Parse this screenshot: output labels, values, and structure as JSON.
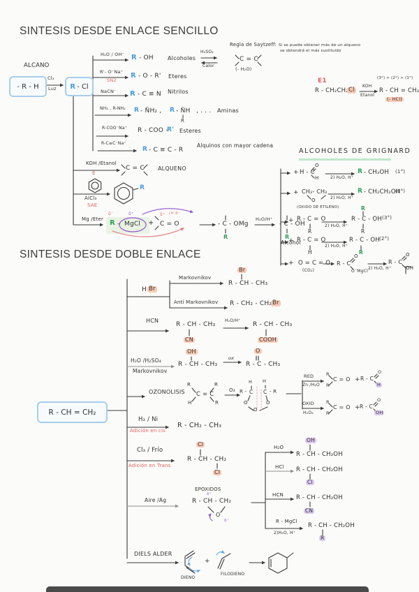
{
  "titles": {
    "s1": "SINTESIS DESDE ENLACE SENCILLO",
    "s2": "SINTESIS DESDE DOBLE ENLACE"
  },
  "colors": {
    "ink": "#2f2f2f",
    "blue": "#4a9ae0",
    "green": "#2f9e57",
    "red": "#e06060",
    "purple": "#9355cc",
    "highlight_pink": "#f8cab5",
    "highlight_purple": "#dcc9ef",
    "box_border": "#a8cdec"
  },
  "s1": {
    "alcano": "ALCANO",
    "alcano_box": "- R - H",
    "cl2": "Cl₂",
    "luz": "Luz",
    "rcl_r": "R",
    "rcl_cl": "- Cl",
    "r1": {
      "reagent": "H₂O / OH⁻",
      "pr": "R",
      "p": "- OH",
      "name": "Alcoholes",
      "eq1": "H₂SO₄",
      "eq2": "Calor"
    },
    "saytzeff": {
      "title": "Regla de Saytzeff:",
      "note1": "Si se puede obtener más de un alqueno",
      "note2": "se obtendrá el más sustituido",
      "cc": "C = C",
      "w": "(- H₂O)"
    },
    "r2": {
      "reagent": "R'- O⁻Na⁺",
      "mech": "SN2",
      "pr": "R",
      "p": "- O - R'",
      "name": "Eteres"
    },
    "r3": {
      "reagent": "NaCN⁻",
      "pr": "R",
      "p": "- C ≡ N",
      "name": "Nitrilos"
    },
    "r4": {
      "reagent": "NH₃ , R-NH₂",
      "pr1": "R",
      "p1": "- N̈H₂ ,",
      "pr2": "R",
      "p2": "- N̈H",
      "sub": "R",
      "dots": ", . . .",
      "name": "Aminas"
    },
    "r5": {
      "reagent": "R-COO⁻Na⁺",
      "p": "R - COO -",
      "pr": "R'",
      "name": "Esteres"
    },
    "r6": {
      "reagent": "R-C≡C⁻Na⁺",
      "pr": "R",
      "p": "- C ≡ C - R",
      "name": "Alquinos con mayor cadena"
    },
    "r7": {
      "reagent": "KOH /Etanol",
      "mech": "E",
      "cc": "C = C",
      "name": "ALQUENO"
    },
    "r8": {
      "reagent": "AlCl₃",
      "mech": "SAE",
      "pr": "R"
    },
    "r9": {
      "reagent": "Mg /Eter",
      "gr": "R",
      "gdash": "-",
      "gmgcl": "MgCl",
      "dm": "δ⁻",
      "dp": "δ⁺",
      "plus": "+",
      "cc": "C = O",
      "cdp": "δ⁺",
      "odm": "(= δ⁻",
      "p1": "- C - OMg",
      "p1r": "R",
      "arr": "H₂O/H⁺",
      "p2": "- C - OH",
      "p2r": "R",
      "name": "Alcohol"
    },
    "e1": {
      "tag": "E1",
      "f": "R - CH₂CH₂",
      "cl": "Cl",
      "k": "KOH",
      "et": "Etanol",
      "p": "R - CH = CH₂",
      "ord": "(3°) > (2°) > (1°)",
      "out": "(- HCl)"
    }
  },
  "grignard": {
    "title": "ALCOHOLES DE GRIGNARD",
    "g1": {
      "plus": "+",
      "f": "H - C",
      "o": "O",
      "h": "H",
      "arr": "2) H₂O, H⁺",
      "pr": "R",
      "p": "- CH₂OH",
      "deg": "(1°)"
    },
    "g2": {
      "plus": "+",
      "f": "CH₂- CH₂",
      "o": "O",
      "cap": "(OXIDO DE ETILENO)",
      "arr": "2) H₂O, H⁺",
      "pr": "R",
      "p": "- CH₂CH₂OH",
      "deg": "(1°)"
    },
    "g3": {
      "plus": "+",
      "f": "R - C = O",
      "sub": "R",
      "arr": "2) H₂O, H⁺",
      "p": "R - C - OH",
      "rt": "R",
      "rb": "R",
      "deg": "(3°)"
    },
    "g4": {
      "plus": "+",
      "f": "R - C = O",
      "sub": "H",
      "arr": "2) H₂O, H⁺",
      "p": "R - C - OH",
      "rb": "R",
      "deg": "(2°)"
    },
    "g5": {
      "plus": "+",
      "f": "O = C = O",
      "cap": "(CO₂)",
      "i": "R - C",
      "io": "O",
      "iomg": "O⁻MgCl",
      "arr": "2) H₂O, H⁺",
      "p": "R - C",
      "po": "O",
      "poh": "OH"
    }
  },
  "s2": {
    "box": "R - CH = CH₂",
    "d1": {
      "h": "H",
      "br": "Br",
      "mark": "Markovnikov",
      "anti": "Anti Markovnikov",
      "p1": "R - CH - CH₃",
      "p1x": "Br",
      "p2": "R - CH₂ - CH₂",
      "p2x": "Br"
    },
    "d2": {
      "reagent": "HCN",
      "p1": "R - CH - CH₃",
      "p1x": "CN",
      "arr": "H₂O/H⁺",
      "p2": "R - CH - CH₃",
      "p2x": "COOH"
    },
    "d3": {
      "reagent": "H₂O /H₂SO₄",
      "mech": "Markovnikov",
      "p1": "R - CH - CH₃",
      "p1x": "OH",
      "arr": "ox",
      "p2": "R - C - CH₃",
      "p2x": "O"
    },
    "d4": {
      "label": "OZONOLISIS",
      "cc": "C = C",
      "rtl": "R",
      "rbl": "H",
      "rtr": "R",
      "rbr": "R",
      "o3": "O₃",
      "ozl": "R -",
      "c1": "C",
      "h1": "H",
      "c2": "C",
      "h2": "H",
      "ozr": "- R",
      "o1": "O",
      "o2": "O",
      "o3b": "O",
      "red": "RED",
      "zn": "Zn /H₂O",
      "k1r1": "R",
      "k1r2": "R",
      "k1": "C = O",
      "plus1": "+",
      "ald": "R - C",
      "aldo": "O",
      "aldh": "H",
      "ox": "OXID",
      "h2o2": "H₂O₂",
      "k2r1": "R",
      "k2r2": "R",
      "k2": "C = O",
      "plus2": "+",
      "ac": "R - C",
      "aco": "O",
      "acoh": "OH"
    },
    "d5": {
      "reagent": "H₂ / Ni",
      "mech": "Adición en cis",
      "p": "R - CH₂ - CH₃"
    },
    "d6": {
      "reagent": "Cl₂ / Frío",
      "mech": "Adición en Trans",
      "p": "R - CH - CH₂",
      "x1": "Cl",
      "x2": "Cl"
    },
    "d7": {
      "reagent": "Aire /Ag",
      "label": "EPOXIDOS",
      "f": "R - CH - CH₂",
      "dp": "δ⁺",
      "o": "O",
      "dm": "δ⁻",
      "b1": "H₂O",
      "p1": "R - CH - CH₂OH",
      "p1x": "OH",
      "b2": "HCl",
      "p2": "R - CH - CH₂OH",
      "p2x": "Cl",
      "b3": "HCN",
      "p3": "R - CH - CH₂OH",
      "p3x": "CN",
      "b4": "R - MgCl",
      "b4b": "2)H₂O, H⁺",
      "p4": "R - CH - CH₂OH",
      "p4x": "R"
    },
    "d8": {
      "label": "DIELS ALDER",
      "dieno": "DIENO",
      "plus": "+",
      "filo": "FILODIENO"
    }
  }
}
